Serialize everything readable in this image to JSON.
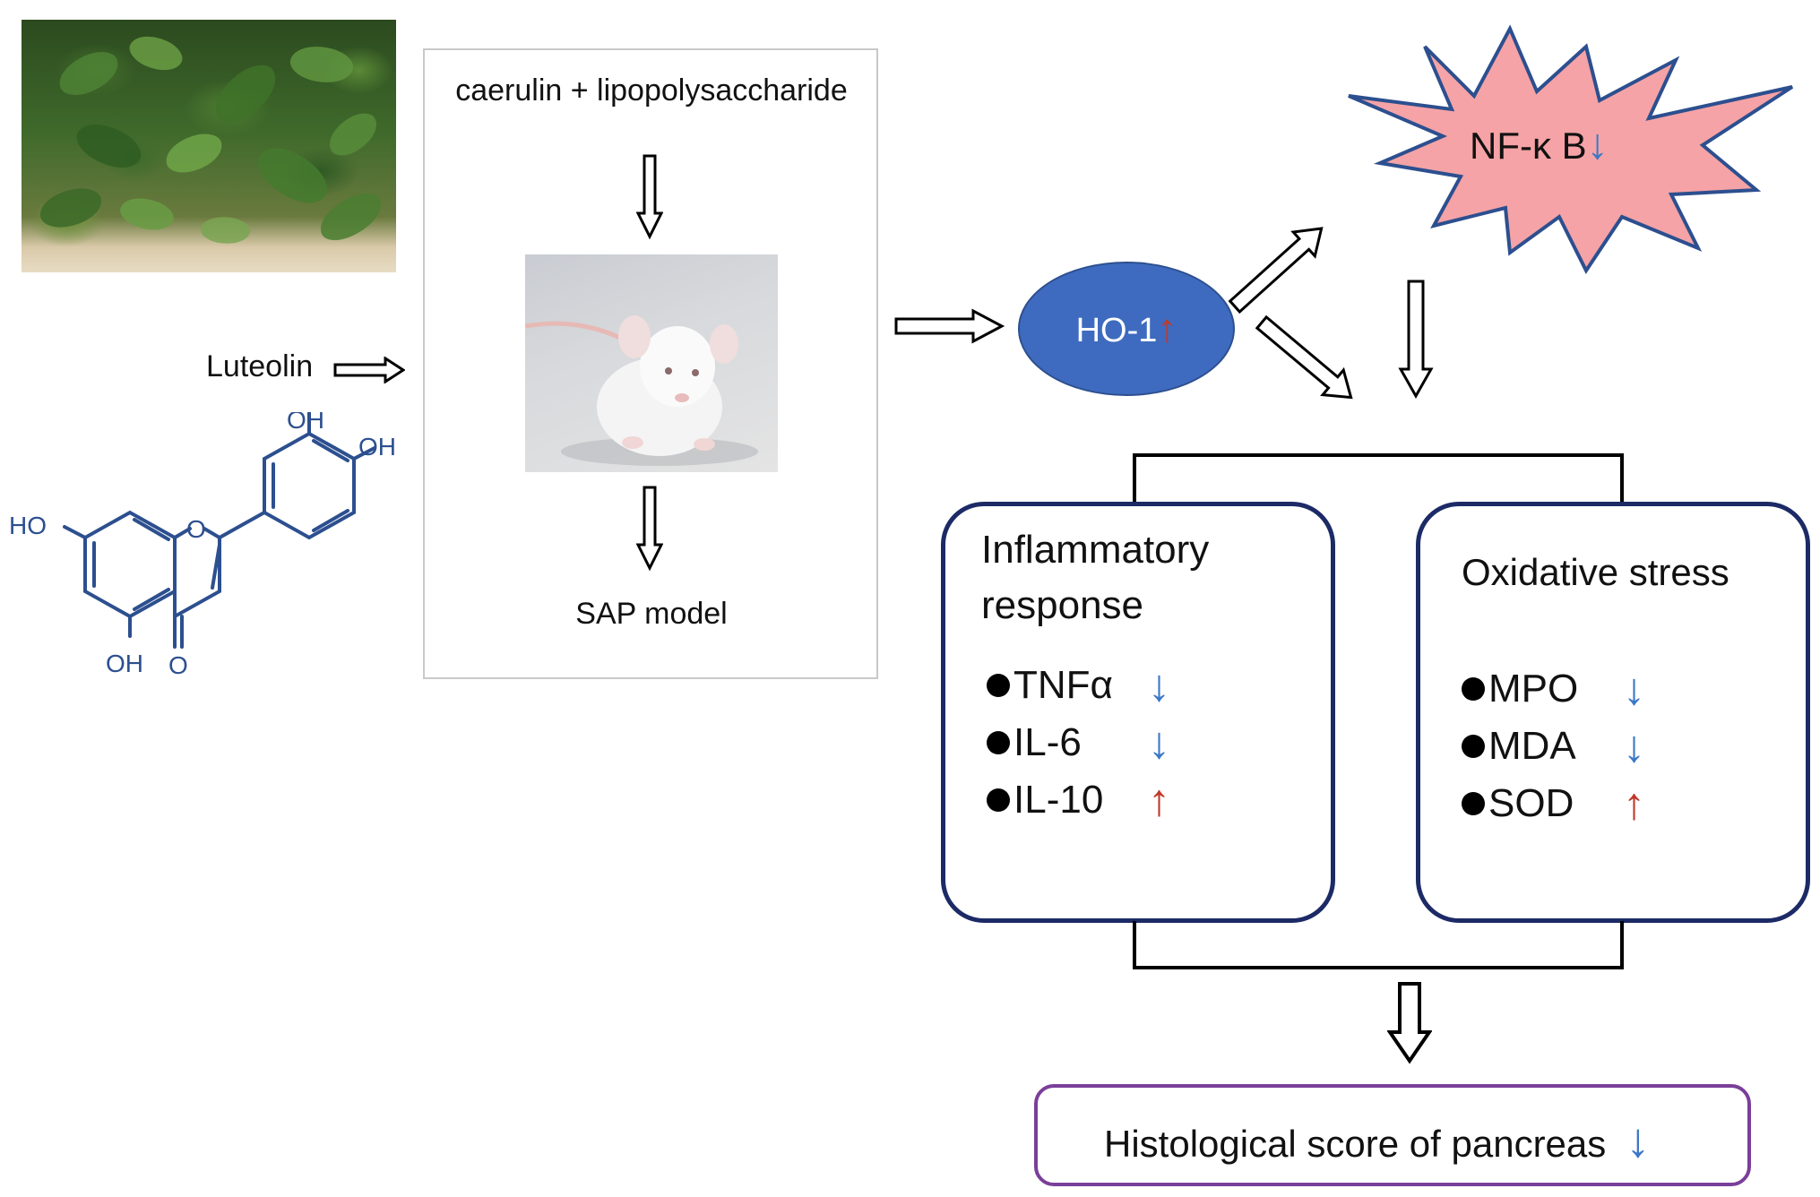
{
  "left": {
    "plant_photo": "peanut plant photo",
    "luteolin_label": "Luteolin",
    "molecule": {
      "labels": [
        "OH",
        "OH",
        "HO",
        "O",
        "OH",
        "O"
      ]
    }
  },
  "model": {
    "top_label": "caerulin + lipopolysaccharide",
    "bottom_label": "SAP model",
    "photo": "white mouse photo"
  },
  "ho1": {
    "label": "HO-1",
    "arrow": "↑",
    "color": "#3e6bbf"
  },
  "nfkb": {
    "label": "NF-κ B",
    "arrow": "↓",
    "color": "#f5a3a6"
  },
  "inflammatory": {
    "title_line1": "Inflammatory",
    "title_line2": "response",
    "items": [
      {
        "label": "TNFα",
        "arrow": "↓",
        "direction": "down"
      },
      {
        "label": "IL-6",
        "arrow": "↓",
        "direction": "down"
      },
      {
        "label": "IL-10",
        "arrow": "↑",
        "direction": "up"
      }
    ]
  },
  "oxidative": {
    "title": "Oxidative stress",
    "items": [
      {
        "label": "MPO",
        "arrow": "↓",
        "direction": "down"
      },
      {
        "label": "MDA",
        "arrow": "↓",
        "direction": "down"
      },
      {
        "label": "SOD",
        "arrow": "↑",
        "direction": "up"
      }
    ]
  },
  "histology": {
    "label": "Histological score of pancreas",
    "arrow": "↓"
  },
  "colors": {
    "box_border": "#1c2a66",
    "hist_border": "#7a3f9a",
    "down_arrow": "#3b78c7",
    "up_arrow": "#c0392b",
    "molecule": "#2c4f8f"
  }
}
